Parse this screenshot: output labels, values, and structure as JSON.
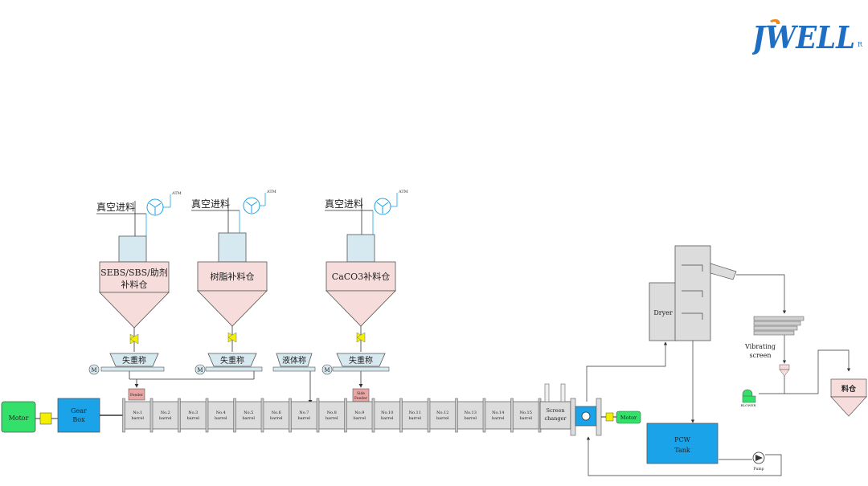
{
  "brand": {
    "logo_text": "JWELL",
    "registered_mark": "R",
    "logo_color": "#1e6fc4",
    "logo_accent": "#f08a1c"
  },
  "vacuum_label": "真空进料",
  "vent_labels": [
    "ATM",
    "ATM",
    "ATM"
  ],
  "hoppers": [
    {
      "lines": [
        "SEBS/SBS/助剂",
        "补料仓"
      ]
    },
    {
      "lines": [
        "树脂补料仓"
      ]
    },
    {
      "lines": [
        "CaCO3补料仓"
      ]
    }
  ],
  "feeders": [
    "失重称",
    "失重称",
    "液体称",
    "失重称"
  ],
  "motor_symbol": "M",
  "main_motor_label": "Motor",
  "gearbox_lines": [
    "Gear",
    "Box"
  ],
  "feeder_tags": {
    "main": "Feeder",
    "side": [
      "Side",
      "Feeder"
    ]
  },
  "barrel_word": "barrel",
  "barrels": [
    "No.1",
    "No.2",
    "No.3",
    "No.4",
    "No.5",
    "No.6",
    "No.7",
    "No.8",
    "No.9",
    "No.10",
    "No.11",
    "No.12",
    "No.13",
    "No.14",
    "No.15"
  ],
  "screen_changer_lines": [
    "Screen",
    "changer"
  ],
  "pelletizer_motor_label": "Motor",
  "dryer_label": "Dryer",
  "vibrating_screen_lines": [
    "Vibrating",
    "screen"
  ],
  "blower_label": "BLOWER",
  "silo_label": "料仓",
  "pcw_tank_lines": [
    "PCW",
    "Tank"
  ],
  "pump_label": "Pump",
  "colors": {
    "green": "#33e06a",
    "blue": "#1aa3e8",
    "pink_fill": "#f6dddb",
    "steel": "#d6e8f0",
    "valve_yellow": "#f2f000"
  }
}
